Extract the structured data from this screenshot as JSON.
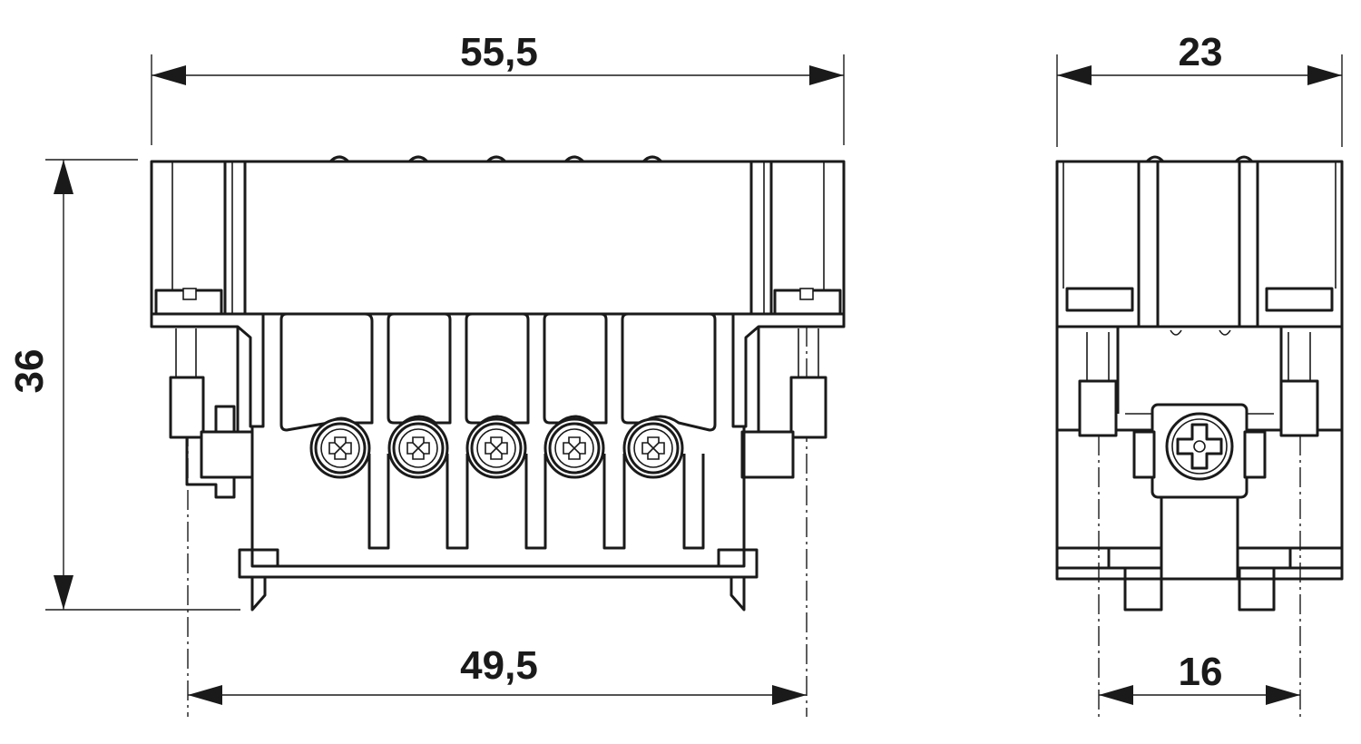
{
  "dimensions": {
    "front_width": "55,5",
    "front_height": "36",
    "front_bottom_width": "49,5",
    "side_width": "23",
    "side_bottom_width": "16"
  }
}
